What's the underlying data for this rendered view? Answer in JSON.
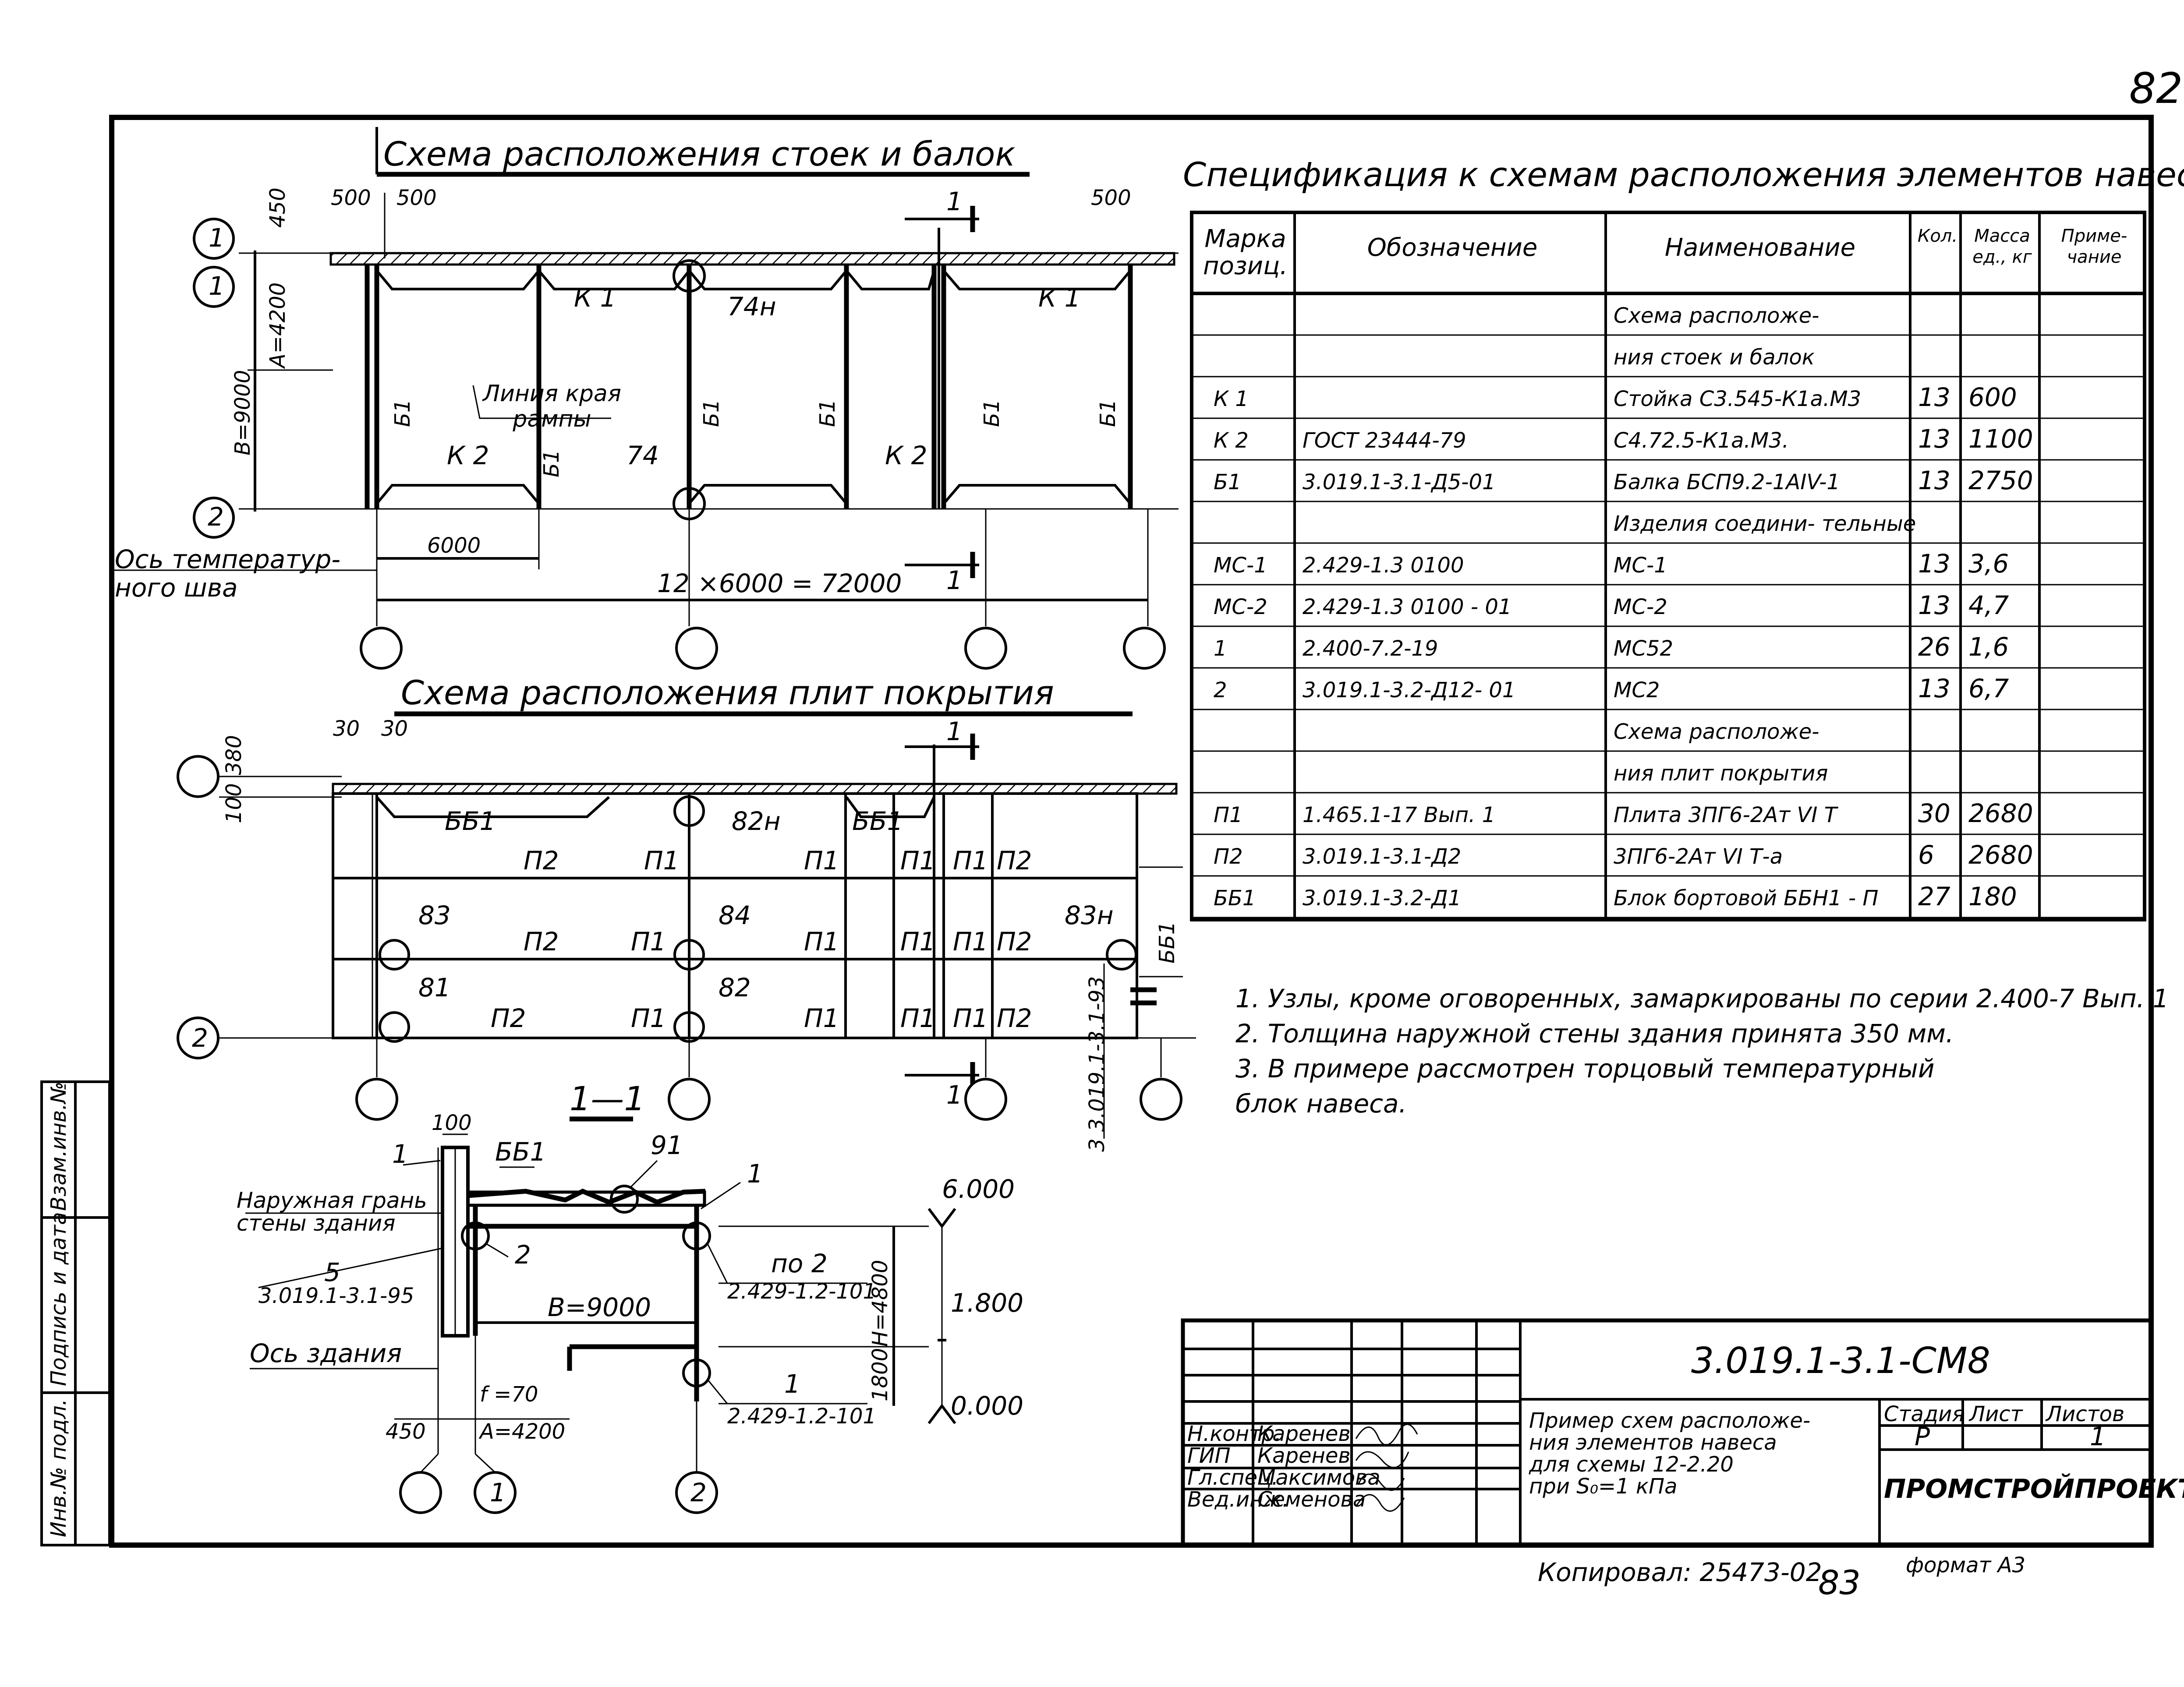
{
  "page_number": "82",
  "plan_columns": {
    "title": "Схема расположения стоек и балок",
    "dims": {
      "d500a": "500",
      "d500b": "500",
      "d500c": "500",
      "d450": "450",
      "b9000": "В=9000",
      "a4200": "А=4200",
      "d6000": "6000",
      "total": "12 ×6000 = 72000"
    },
    "labels": {
      "k1a": "К 1",
      "k1b": "К 1",
      "k2a": "К 2",
      "k2b": "К 2",
      "b1": "Б1",
      "n74h": "74н",
      "n74": "74",
      "ramp": "Линия края рампы",
      "axis_joint": "Ось температурного шва",
      "cut": "1"
    },
    "axes": {
      "row1": "1",
      "row2": "2"
    }
  },
  "plan_slabs": {
    "title": "Схема расположения плит покрытия",
    "dims": {
      "d30a": "30",
      "d30b": "30",
      "d380": "380",
      "d100": "100"
    },
    "labels": {
      "bb1": "ББ1",
      "p1": "П1",
      "p2": "П2",
      "n82h": "82н",
      "n83": "83",
      "n84": "84",
      "n83h": "83н",
      "n81": "81",
      "n82": "82",
      "ref": "3 3.019.1-3.1-93",
      "bb1v": "ББ1"
    },
    "axes": {
      "row2": "2"
    }
  },
  "section": {
    "title": "1—1",
    "labels": {
      "d100": "100",
      "bb1": "ББ1",
      "n91": "91",
      "n1a": "1",
      "n1b": "1",
      "n1c": "1",
      "n2": "2",
      "wall": "Наружная грань стены здания",
      "n5": "5",
      "ref5": "3.019.1-3.1-95",
      "po2": "по 2",
      "ref2": "2.429-1.2-101",
      "ref1": "2.429-1.2-101",
      "b9000": "В=9000",
      "axis": "Ось здания",
      "f70": "f =70",
      "a4200": "А=4200",
      "d450": "450",
      "e6000": "6.000",
      "e1800": "1.800",
      "e0000": "0.000",
      "h4800": "Н=4800",
      "d1800": "1800"
    },
    "axes": {
      "a1": "1",
      "a2": "2"
    }
  },
  "spec": {
    "title": "Спецификация к схемам расположения элементов навеса",
    "headers": [
      "Марка позиц.",
      "Обозначение",
      "Наименование",
      "Кол.",
      "Масса ед., кг",
      "Приме- чание"
    ],
    "rows": [
      [
        "",
        "",
        "Схема расположе-",
        "",
        "",
        ""
      ],
      [
        "",
        "",
        "ния стоек и балок",
        "",
        "",
        ""
      ],
      [
        "К 1",
        "",
        "Стойка С3.545-К1а.М3",
        "13",
        "600",
        ""
      ],
      [
        "К 2",
        "ГОСТ 23444-79",
        "С4.72.5-К1а.М3.",
        "13",
        "1100",
        ""
      ],
      [
        "Б1",
        "3.019.1-3.1-Д5-01",
        "Балка БСП9.2-1АIV-1",
        "13",
        "2750",
        ""
      ],
      [
        "",
        "",
        "Изделия соедини- тельные",
        "",
        "",
        ""
      ],
      [
        "МС-1",
        "2.429-1.3    0100",
        "МС-1",
        "13",
        "3,6",
        ""
      ],
      [
        "МС-2",
        "2.429-1.3 0100 - 01",
        "МС-2",
        "13",
        "4,7",
        ""
      ],
      [
        "1",
        "2.400-7.2-19",
        "МС52",
        "26",
        "1,6",
        ""
      ],
      [
        "2",
        "3.019.1-3.2-Д12- 01",
        "МС2",
        "13",
        "6,7",
        ""
      ],
      [
        "",
        "",
        "Схема расположе-",
        "",
        "",
        ""
      ],
      [
        "",
        "",
        "ния плит покрытия",
        "",
        "",
        ""
      ],
      [
        "П1",
        "1.465.1-17 Вып. 1",
        "Плита 3ПГ6-2Ат VI Т",
        "30",
        "2680",
        ""
      ],
      [
        "П2",
        "3.019.1-3.1-Д2",
        "3ПГ6-2Ат VI Т-а",
        "6",
        "2680",
        ""
      ],
      [
        "ББ1",
        "3.019.1-3.2-Д1",
        "Блок бортовой ББН1 - П",
        "27",
        "180",
        ""
      ]
    ]
  },
  "notes": [
    "1.  Узлы, кроме оговоренных, замаркированы по серии 2.400-7 Вып. 1",
    "2.  Толщина наружной стены здания принята 350 мм.",
    "3.  В примере рассмотрен торцовый температурный",
    "     блок навеса."
  ],
  "title_block": {
    "code": "3.019.1-3.1-СМ8",
    "roles": [
      "Н.контр.",
      "ГИП",
      "Гл.спец.",
      "Вед.инж."
    ],
    "names": [
      "Каренев",
      "Каренев",
      "Максимова",
      "Семенова"
    ],
    "description": [
      "Пример схем расположе-",
      "ния элементов навеса",
      "для схемы 12-2.20",
      "при  S₀=1 кПа"
    ],
    "stage_headers": [
      "Стадия",
      "Лист",
      "Листов"
    ],
    "stage_values": [
      "Р",
      "",
      "1"
    ],
    "org": "ПРОМСТРОЙПРОЕКТ"
  },
  "side_stamp": [
    "Инв.№ подл.",
    "Подпись и дата",
    "Взам.инв.№"
  ],
  "footer": {
    "copied": "Копировал: 25473-02",
    "sheet": "83",
    "format": "формат А3"
  }
}
